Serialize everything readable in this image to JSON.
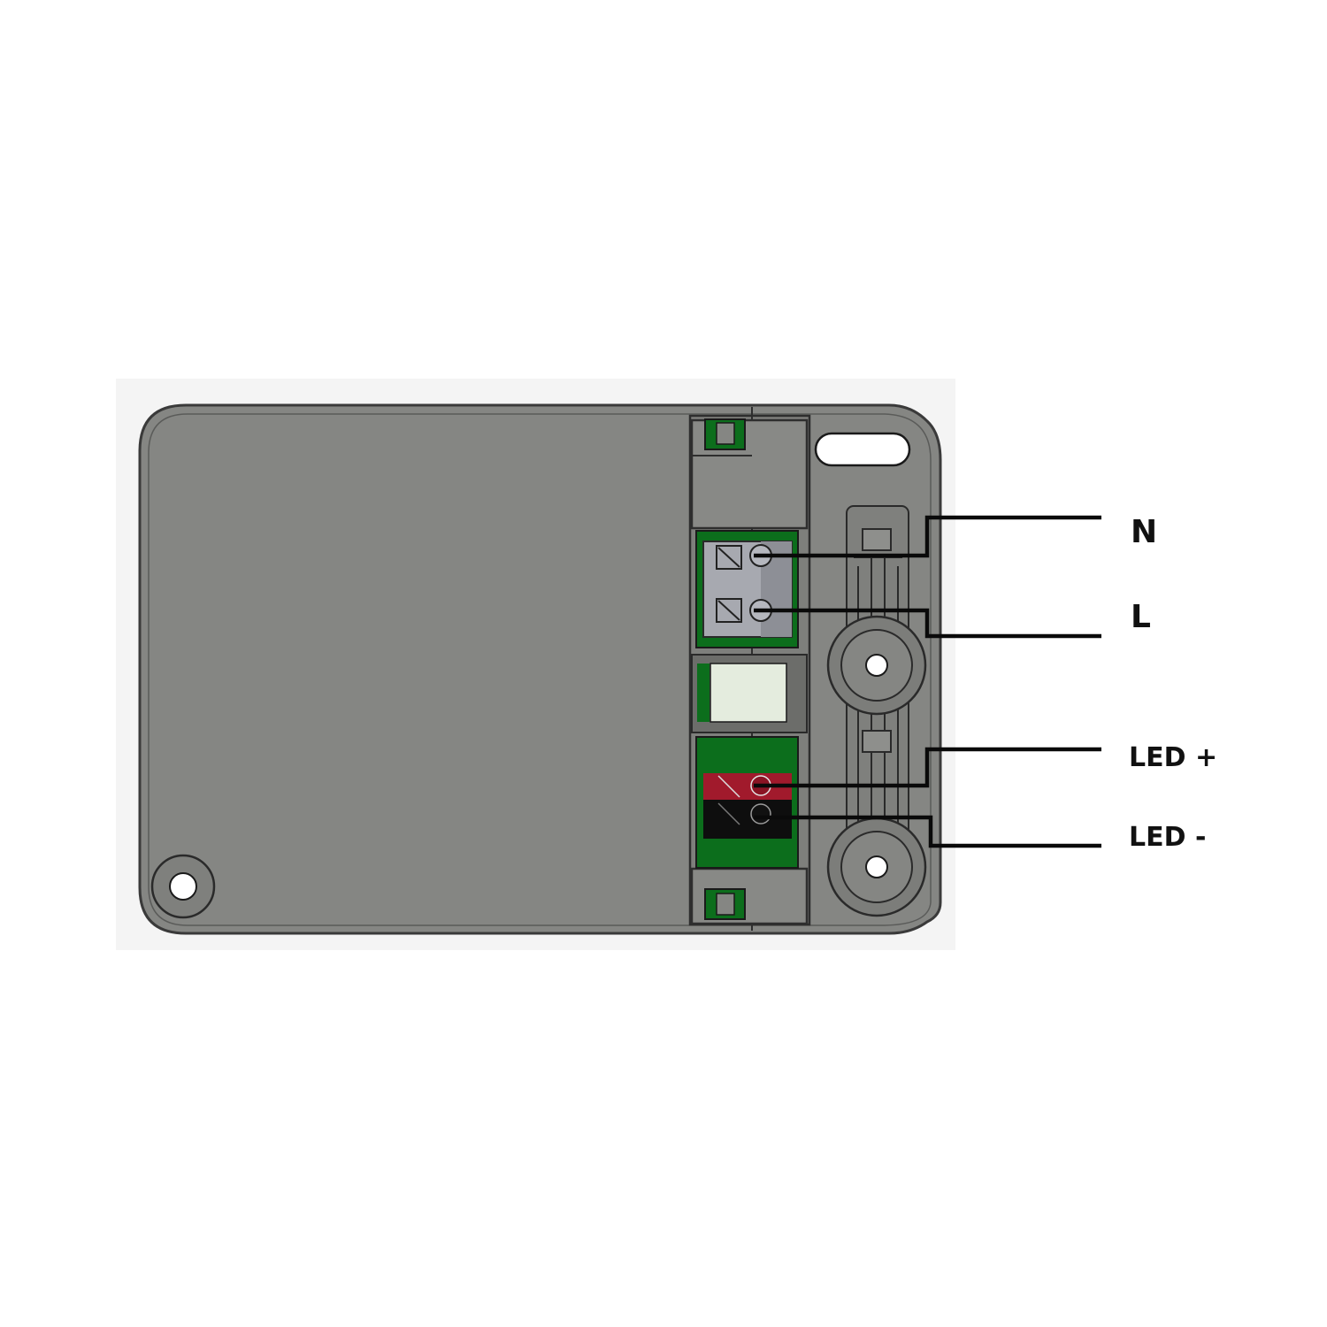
{
  "colors": {
    "background": "#ffffff",
    "image_backdrop": "#f4f4f4",
    "housing": "#858683",
    "housing_outline": "#3a3a3a",
    "pcb_green": "#0c6e1c",
    "terminal_gray": "#a7a9b0",
    "terminal_red": "#a11a2c",
    "terminal_black": "#0e0e0e",
    "indicator_window": "#e4ecde",
    "wire": "#0a0a0a",
    "label_text": "#111111"
  },
  "wiring": {
    "terminals": [
      {
        "id": "neutral",
        "label": "N"
      },
      {
        "id": "line",
        "label": "L"
      },
      {
        "id": "led-plus",
        "label": "LED +"
      },
      {
        "id": "led-minus",
        "label": "LED -"
      }
    ]
  }
}
